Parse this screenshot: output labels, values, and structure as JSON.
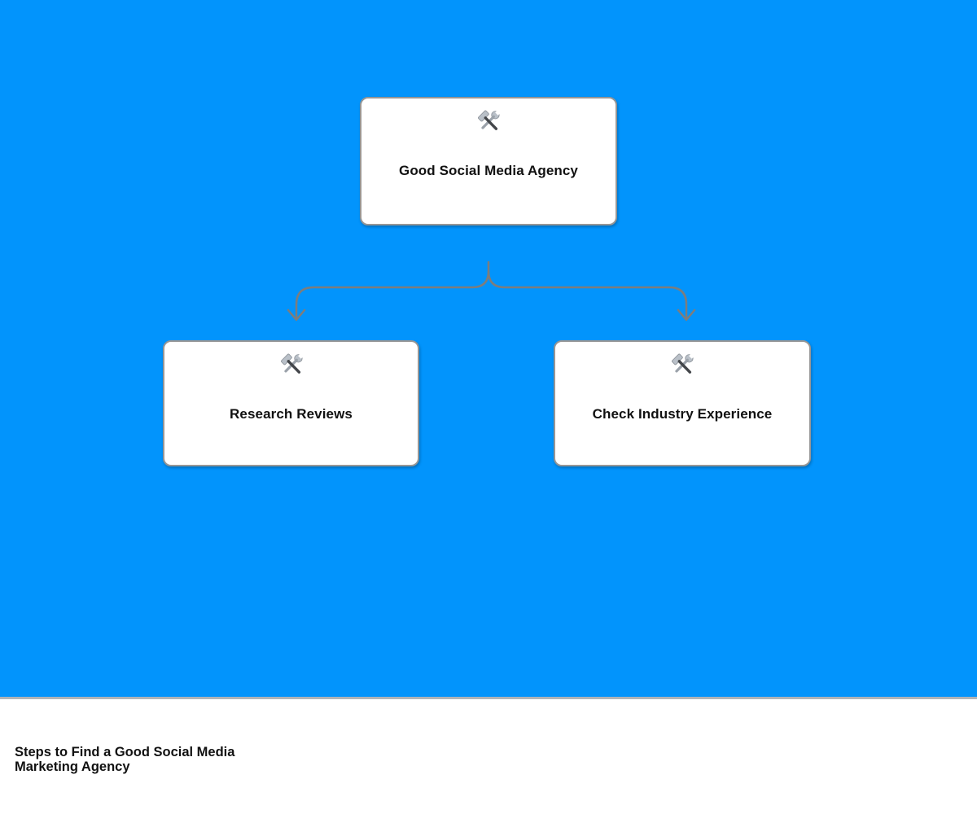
{
  "diagram": {
    "connector_color": "#7d7d7d",
    "nodes": [
      {
        "id": "root",
        "label": "Good Social Media Agency",
        "icon": "hammer-wrench"
      },
      {
        "id": "child-left",
        "label": "Research Reviews",
        "icon": "hammer-wrench"
      },
      {
        "id": "child-right",
        "label": "Check Industry Experience",
        "icon": "hammer-wrench"
      }
    ]
  },
  "footer": {
    "title": "Steps to Find a Good Social Media Marketing Agency"
  },
  "colors": {
    "background": "#0294fc",
    "card_background": "#ffffff",
    "card_border": "#969696",
    "divider": "#b0b4b8",
    "text": "#111111"
  }
}
